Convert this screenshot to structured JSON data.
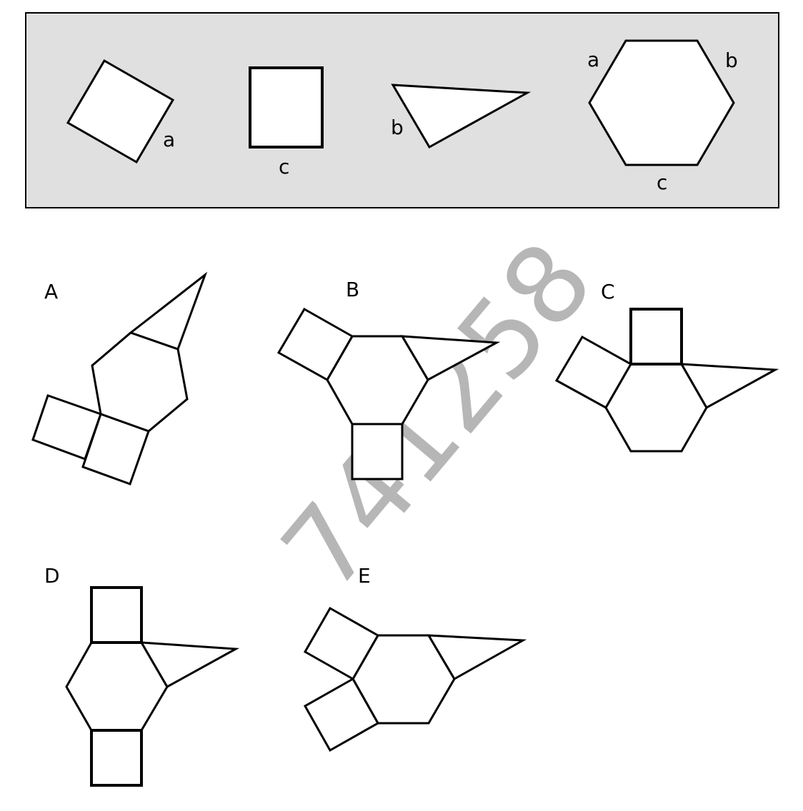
{
  "reference_panel": {
    "background": "#e0e0e0",
    "shapes": [
      {
        "kind": "square",
        "edge_labels": [
          "a"
        ]
      },
      {
        "kind": "square",
        "edge_labels": [
          "c"
        ]
      },
      {
        "kind": "triangle",
        "edge_labels": [
          "b"
        ]
      },
      {
        "kind": "hexagon",
        "edge_labels": [
          "a",
          "b",
          "c"
        ]
      }
    ]
  },
  "options": [
    {
      "label": "A"
    },
    {
      "label": "B"
    },
    {
      "label": "C"
    },
    {
      "label": "D"
    },
    {
      "label": "E"
    }
  ],
  "watermark": "741258"
}
